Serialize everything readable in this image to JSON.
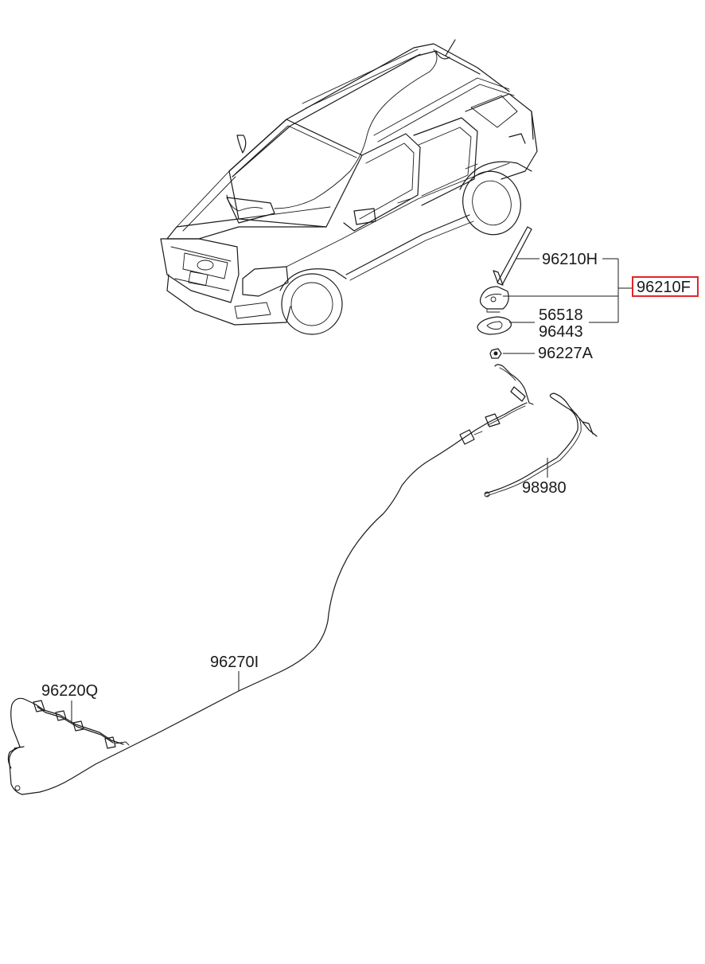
{
  "diagram": {
    "highlight_color": "#e0262b",
    "line_color": "#1a1a1a",
    "parts": {
      "antenna_rod": "96210H",
      "antenna_assembly": "96210F",
      "pad": "56518",
      "gasket": "96443",
      "nut": "96227A",
      "extension_cable": "98980",
      "main_cable": "96270I",
      "feeder_cable": "96220Q"
    }
  }
}
